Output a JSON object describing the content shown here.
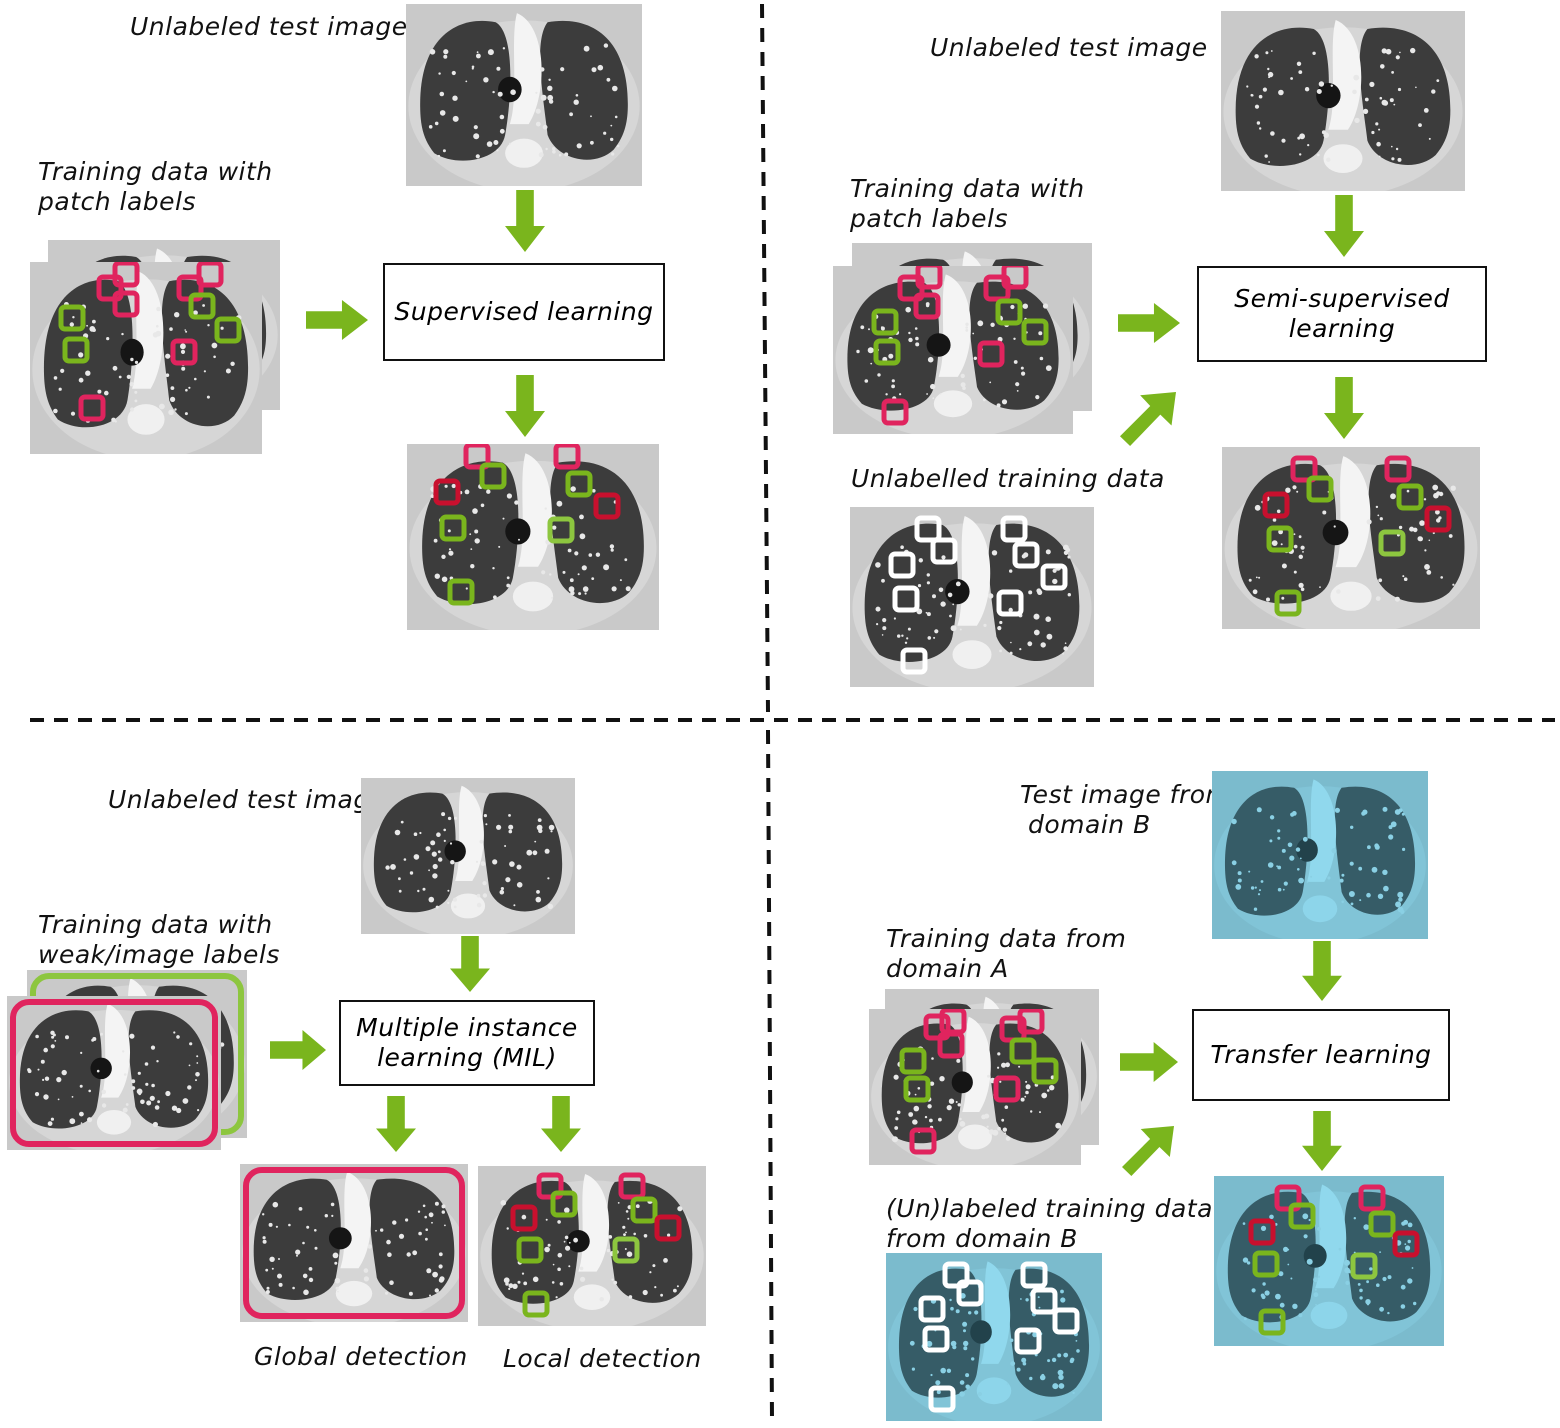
{
  "colors": {
    "arrow": "#7ab51d",
    "marker_red_light": "#e0245e",
    "marker_red_dark": "#c8102e",
    "marker_green": "#7ab51d",
    "marker_green_light": "#8dc63f",
    "marker_white": "#ffffff",
    "domain_b_tint": "#5fd0f0",
    "divider": "#111111"
  },
  "supervised": {
    "test_label": "Unlabeled test image",
    "train_label_1": "Training data with",
    "train_label_2": "patch labels",
    "method": "Supervised learning"
  },
  "semi_supervised": {
    "test_label": "Unlabeled test image",
    "train_label_1": "Training data with",
    "train_label_2": "patch labels",
    "unlabelled_label": "Unlabelled training data",
    "method_1": "Semi-supervised",
    "method_2": "learning"
  },
  "mil": {
    "test_label": "Unlabeled test image",
    "train_label_1": "Training data with",
    "train_label_2": "weak/image labels",
    "method_1": "Multiple instance",
    "method_2": "learning (MIL)",
    "global_label": "Global detection",
    "local_label": "Local detection"
  },
  "transfer": {
    "test_label_1": "Test image from",
    "test_label_2": "domain B",
    "train_label_1": "Training data from",
    "train_label_2": "domain A",
    "unlabeled_label_1": "(Un)labeled training data",
    "unlabeled_label_2": "from domain B",
    "method": "Transfer learning"
  }
}
